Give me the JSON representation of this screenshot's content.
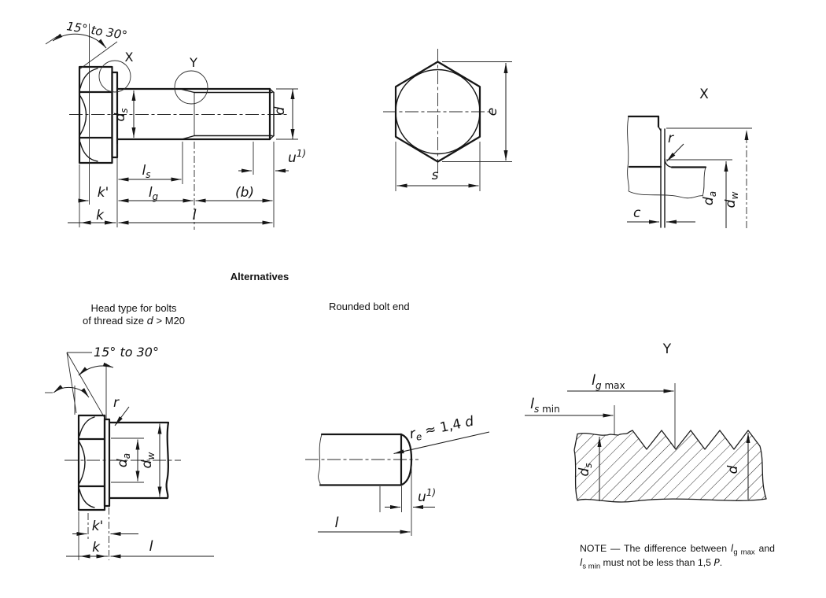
{
  "captions": {
    "alternatives": "Alternatives",
    "head_type_line1": "Head type for bolts",
    "head_type_line2_pre": "of thread size",
    "head_type_symbol": "d",
    "head_type_line2_post": "> M20",
    "rounded_end": "Rounded bolt end"
  },
  "note": {
    "label": "NOTE",
    "dash": "—",
    "t1": "The difference between",
    "sym_lg_main": "l",
    "sym_lg_sub": "g max",
    "t2": "and",
    "sym_ls_main": "l",
    "sym_ls_sub": "s min",
    "t3": "must not be less than 1,5",
    "sym_p": "P",
    "period": "."
  },
  "main_view": {
    "angle": "15° to 30°",
    "marker_x": "X",
    "marker_y": "Y",
    "ds_main": "d",
    "ds_sub": "s",
    "d": "d",
    "ls_main": "l",
    "ls_sub": "s",
    "lg_main": "l",
    "lg_sub": "g",
    "b": "(b)",
    "u_main": "u",
    "u_sup": "1)",
    "k_prime": "k'",
    "k": "k",
    "l": "l"
  },
  "end_view": {
    "e": "e",
    "s": "s"
  },
  "detail_x": {
    "title": "X",
    "r": "r",
    "c": "c",
    "da_main": "d",
    "da_sub": "a",
    "dw_main": "d",
    "dw_sub": "w"
  },
  "alt_head": {
    "angle": "15° to 30°",
    "r": "r",
    "da_main": "d",
    "da_sub": "a",
    "dw_main": "d",
    "dw_sub": "w",
    "k_prime": "k'",
    "k": "k",
    "l": "l"
  },
  "rounded_end": {
    "re_main": "r",
    "re_sub": "e",
    "re_rest": " ≈ 1,4 ",
    "re_d": "d",
    "u_main": "u",
    "u_sup": "1)",
    "l": "l"
  },
  "detail_y": {
    "title": "Y",
    "lg_main": "l",
    "lg_sub": "g",
    "lg_rest": " max",
    "ls_main": "l",
    "ls_sub": "s",
    "ls_rest": " min",
    "ds_main": "d",
    "ds_sub": "s",
    "d": "d"
  }
}
